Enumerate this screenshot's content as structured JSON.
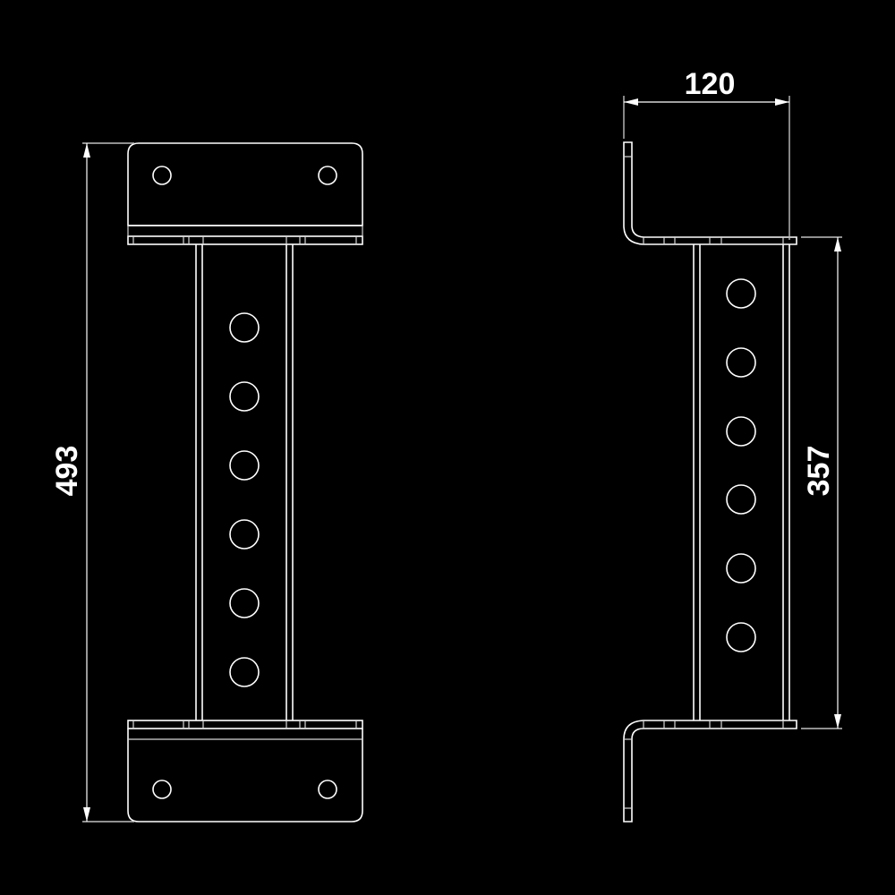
{
  "drawing": {
    "background": "#000000",
    "line_color": "#ffffff",
    "views": [
      {
        "name": "front-view",
        "mounting_holes_per_plate": 2,
        "web_holes": 6
      },
      {
        "name": "side-view",
        "web_holes": 6
      }
    ],
    "dimensions": {
      "overall_height": "493",
      "flange_depth": "120",
      "web_length": "357"
    }
  }
}
